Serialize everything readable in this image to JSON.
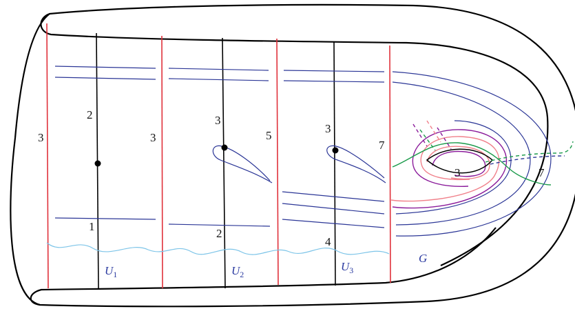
{
  "colors": {
    "outline": "#000000",
    "red": "#e0303a",
    "blue": "#2a3596",
    "wave": "#7cc4e8",
    "label": "#2a3aa0",
    "purple": "#8a1a9a",
    "pink": "#f0808a",
    "green": "#1a9a4a",
    "black": "#000000"
  },
  "labels": {
    "n1": "3",
    "n2": "2",
    "n3": "1",
    "n4": "3",
    "n5": "3",
    "n6": "2",
    "n7": "5",
    "n8": "3",
    "n9": "4",
    "n10": "7",
    "n11": "3",
    "n12": "7"
  },
  "regions": {
    "u1": {
      "letter": "U",
      "sub": "1"
    },
    "u2": {
      "letter": "U",
      "sub": "2"
    },
    "u3": {
      "letter": "U",
      "sub": "3"
    },
    "g": {
      "letter": "G"
    }
  }
}
